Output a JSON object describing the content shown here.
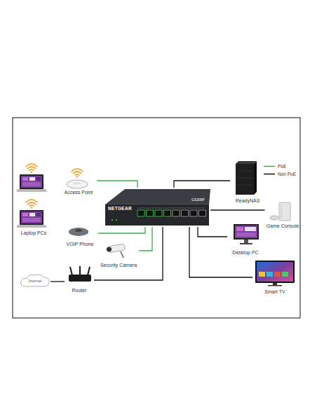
{
  "diagram": {
    "nodes": [
      {
        "text": [
          "Laptop PCs"
        ]
      },
      {
        "text": [
          "Access Point"
        ]
      },
      {
        "text": [
          "VOIP Phone"
        ]
      },
      {
        "text": [
          "Security Camera"
        ]
      },
      {
        "text": [
          "Internet"
        ]
      },
      {
        "text": [
          "Router"
        ]
      },
      {
        "text": [
          "NETGEAR"
        ]
      },
      {
        "text": [
          "ReadyNAS"
        ]
      },
      {
        "text": [
          "Game Console"
        ]
      },
      {
        "text": [
          "Desktop PC"
        ]
      },
      {
        "text": [
          "Smart TV"
        ]
      }
    ],
    "edges": [
      {
        "from": 1,
        "to": 6,
        "arrow": "none"
      },
      {
        "from": 2,
        "to": 6,
        "arrow": "none"
      },
      {
        "from": 3,
        "to": 6,
        "arrow": "none"
      },
      {
        "from": 4,
        "to": 5,
        "arrow": "none"
      },
      {
        "from": 5,
        "to": 6,
        "arrow": "none"
      },
      {
        "from": 7,
        "to": 6,
        "arrow": "none"
      },
      {
        "from": 6,
        "to": 8,
        "arrow": "none"
      },
      {
        "from": 6,
        "to": 9,
        "arrow": "none"
      },
      {
        "from": 6,
        "to": 10,
        "arrow": "none"
      }
    ],
    "labels": [
      "GS308P"
    ],
    "legend": [
      {
        "text": "PoE"
      },
      {
        "text": "Non PoE"
      }
    ]
  }
}
